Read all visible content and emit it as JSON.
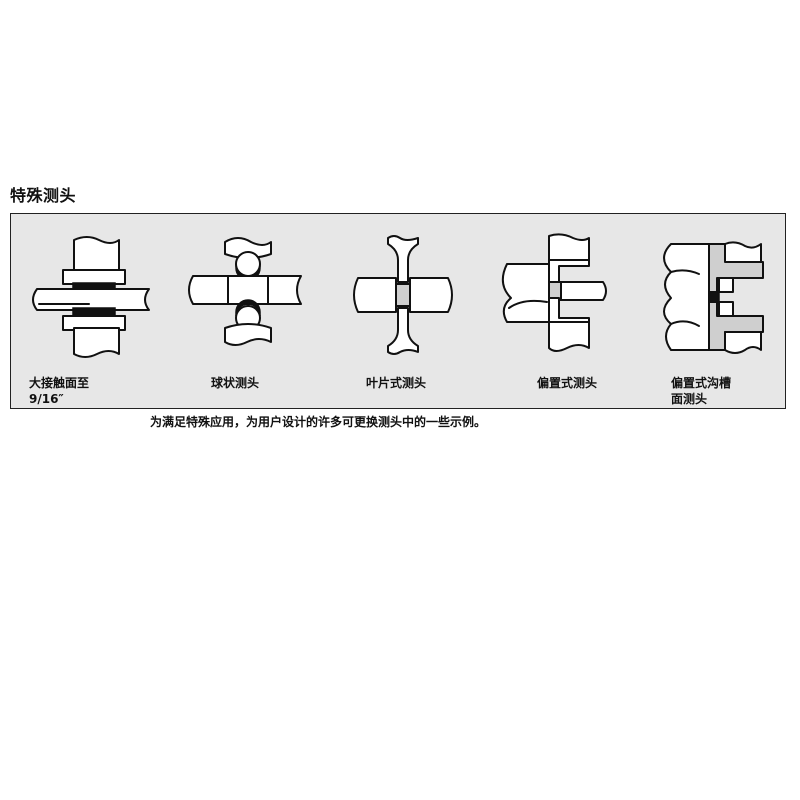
{
  "section_title": "特殊测头",
  "probes": [
    {
      "label_lines": [
        "大接触面至",
        "9/16″"
      ],
      "icon": "large-contact-probe-icon"
    },
    {
      "label_lines": [
        "球状测头"
      ],
      "icon": "ball-probe-icon"
    },
    {
      "label_lines": [
        "叶片式测头"
      ],
      "icon": "blade-probe-icon"
    },
    {
      "label_lines": [
        "偏置式测头"
      ],
      "icon": "offset-probe-icon"
    },
    {
      "label_lines": [
        "偏置式沟槽",
        "面测头"
      ],
      "icon": "offset-groove-probe-icon"
    }
  ],
  "caption": "为满足特殊应用，为用户设计的许多可更换测头中的一些示例。",
  "colors": {
    "panel_bg": "#e7e7e7",
    "border": "#222222",
    "text": "#111111"
  }
}
